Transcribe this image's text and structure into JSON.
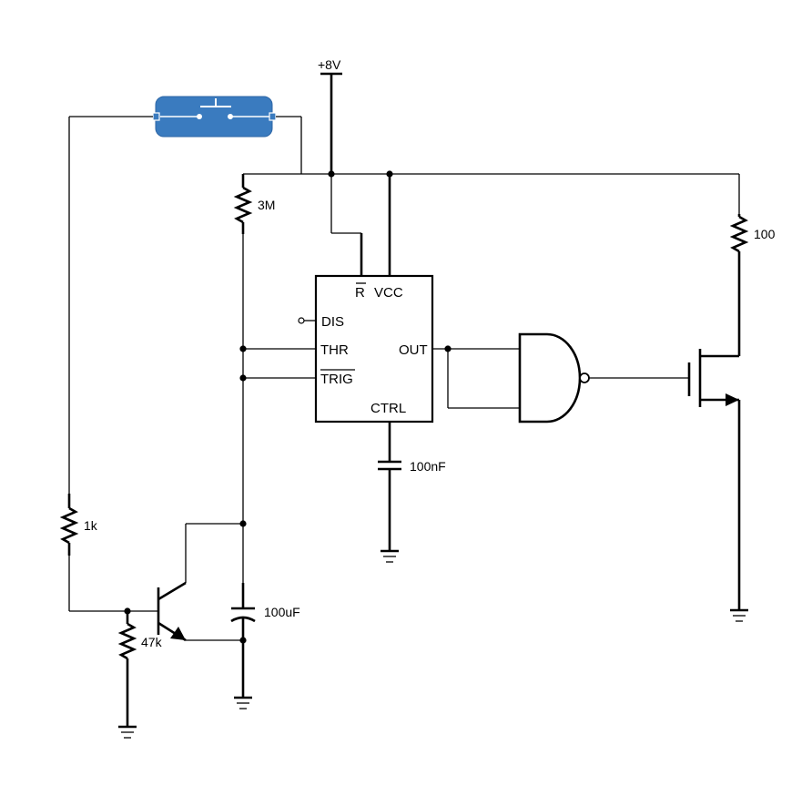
{
  "supply_label": "+8V",
  "ic": {
    "pins": {
      "reset": "R",
      "vcc": "VCC",
      "dis": "DIS",
      "thr": "THR",
      "trig": "TRIG",
      "out": "OUT",
      "ctrl": "CTRL"
    }
  },
  "components": {
    "r_timing": "3M",
    "r_base": "1k",
    "r_pulldown": "47k",
    "r_drain": "100",
    "c_ctrl": "100nF",
    "c_timing": "100uF"
  },
  "colors": {
    "wire": "#000000",
    "switch_fill": "#3a7bbf",
    "switch_border": "#2d66a6"
  },
  "icons": {
    "switch": "pushbutton-switch-icon",
    "gate": "nand-gate-icon",
    "bjt": "npn-transistor-icon",
    "mosfet": "n-mosfet-icon",
    "ground": "ground-icon"
  }
}
